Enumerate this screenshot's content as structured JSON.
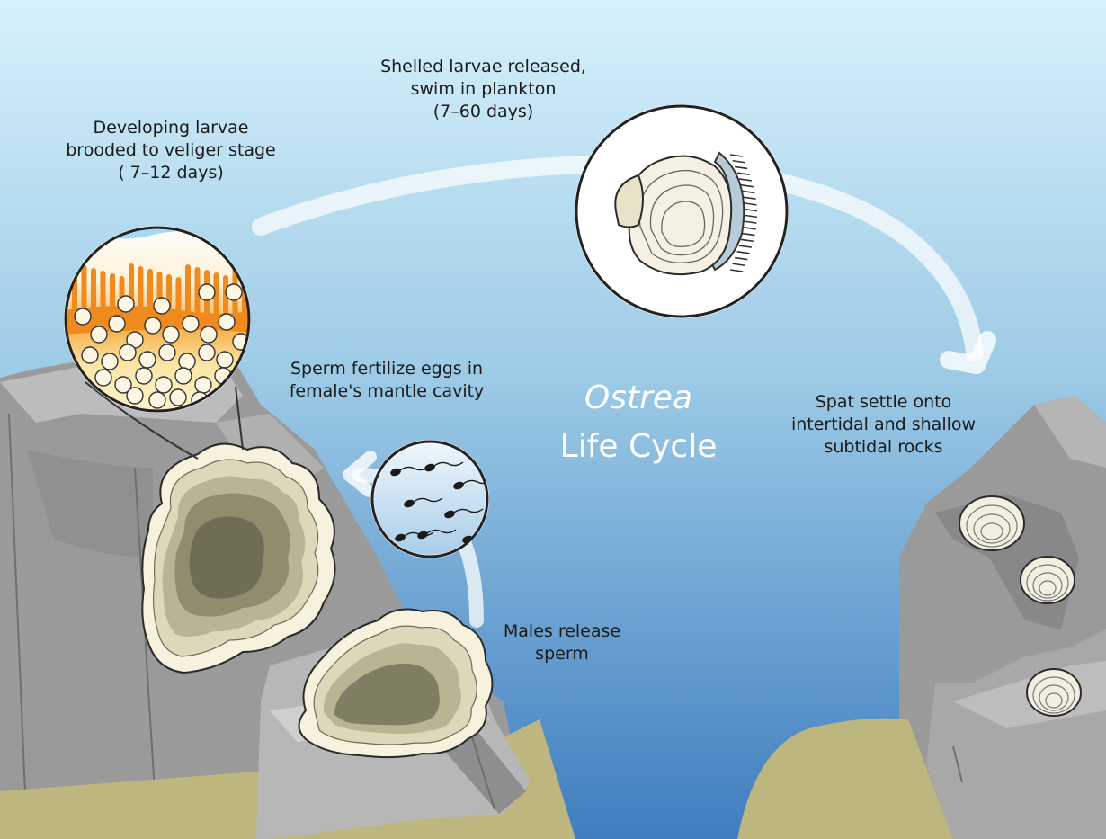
{
  "diagram": {
    "title_italic": "Ostrea",
    "title_main": "Life Cycle",
    "stages": [
      {
        "id": "brood",
        "lines": [
          "Developing larvae",
          "brooded to veliger stage",
          "( 7–12 days)"
        ]
      },
      {
        "id": "plankton",
        "lines": [
          "Shelled larvae released,",
          "swim in plankton",
          "(7–60 days)"
        ]
      },
      {
        "id": "settle",
        "lines": [
          "Spat settle onto",
          "intertidal and shallow",
          "subtidal rocks"
        ]
      },
      {
        "id": "fertilize",
        "lines": [
          "Sperm fertilize eggs in",
          "female's mantle cavity"
        ]
      },
      {
        "id": "release",
        "lines": [
          "Males release",
          "sperm"
        ]
      }
    ]
  },
  "colors": {
    "water_top": "#d6f1fb",
    "water_bottom": "#3f7dbf",
    "rock": "#9a9a9a",
    "sand": "#bdb77f",
    "oyster_shell": "#f3efdc",
    "mantle": "#7b7a5f",
    "larvae_orange": "#ef8a1e",
    "arrow": "#ffffff"
  }
}
